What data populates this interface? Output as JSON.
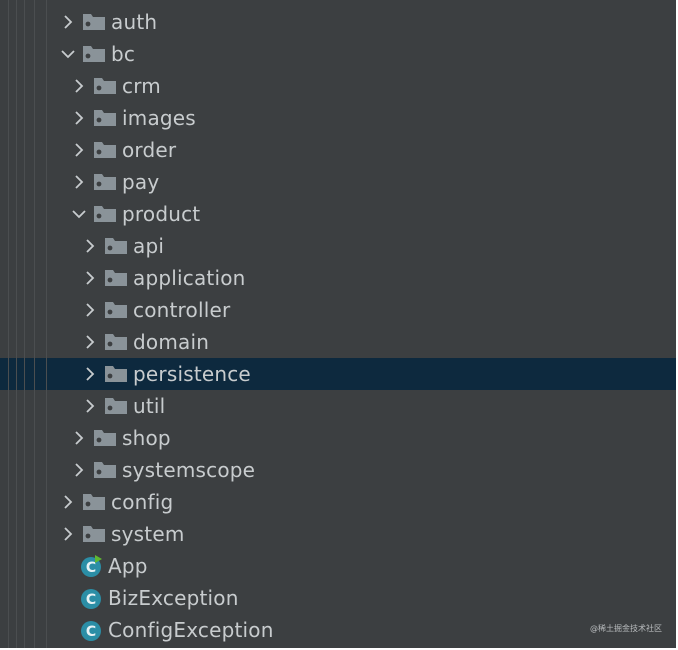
{
  "project_tree": {
    "items": [
      {
        "label": "auth",
        "depth": 0,
        "expanded": false,
        "type": "folder"
      },
      {
        "label": "bc",
        "depth": 0,
        "expanded": true,
        "type": "folder"
      },
      {
        "label": "crm",
        "depth": 1,
        "expanded": false,
        "type": "folder"
      },
      {
        "label": "images",
        "depth": 1,
        "expanded": false,
        "type": "folder"
      },
      {
        "label": "order",
        "depth": 1,
        "expanded": false,
        "type": "folder"
      },
      {
        "label": "pay",
        "depth": 1,
        "expanded": false,
        "type": "folder"
      },
      {
        "label": "product",
        "depth": 1,
        "expanded": true,
        "type": "folder"
      },
      {
        "label": "api",
        "depth": 2,
        "expanded": false,
        "type": "folder"
      },
      {
        "label": "application",
        "depth": 2,
        "expanded": false,
        "type": "folder"
      },
      {
        "label": "controller",
        "depth": 2,
        "expanded": false,
        "type": "folder"
      },
      {
        "label": "domain",
        "depth": 2,
        "expanded": false,
        "type": "folder"
      },
      {
        "label": "persistence",
        "depth": 2,
        "expanded": false,
        "type": "folder",
        "selected": true
      },
      {
        "label": "util",
        "depth": 2,
        "expanded": false,
        "type": "folder"
      },
      {
        "label": "shop",
        "depth": 1,
        "expanded": false,
        "type": "folder"
      },
      {
        "label": "systemscope",
        "depth": 1,
        "expanded": false,
        "type": "folder"
      },
      {
        "label": "config",
        "depth": 0,
        "expanded": false,
        "type": "folder"
      },
      {
        "label": "system",
        "depth": 0,
        "expanded": false,
        "type": "folder"
      },
      {
        "label": "App",
        "depth": 0,
        "type": "class",
        "badge": "run"
      },
      {
        "label": "BizException",
        "depth": 0,
        "type": "class"
      },
      {
        "label": "ConfigException",
        "depth": 0,
        "type": "class"
      }
    ]
  },
  "watermark": "@稀土掘金技术社区",
  "colors": {
    "background": "#3c3f41",
    "selection": "#0d293e",
    "text": "#c8ccce",
    "folder": "#8a9399",
    "class_icon": "#2b8ea6",
    "run_badge": "#5fb832"
  }
}
